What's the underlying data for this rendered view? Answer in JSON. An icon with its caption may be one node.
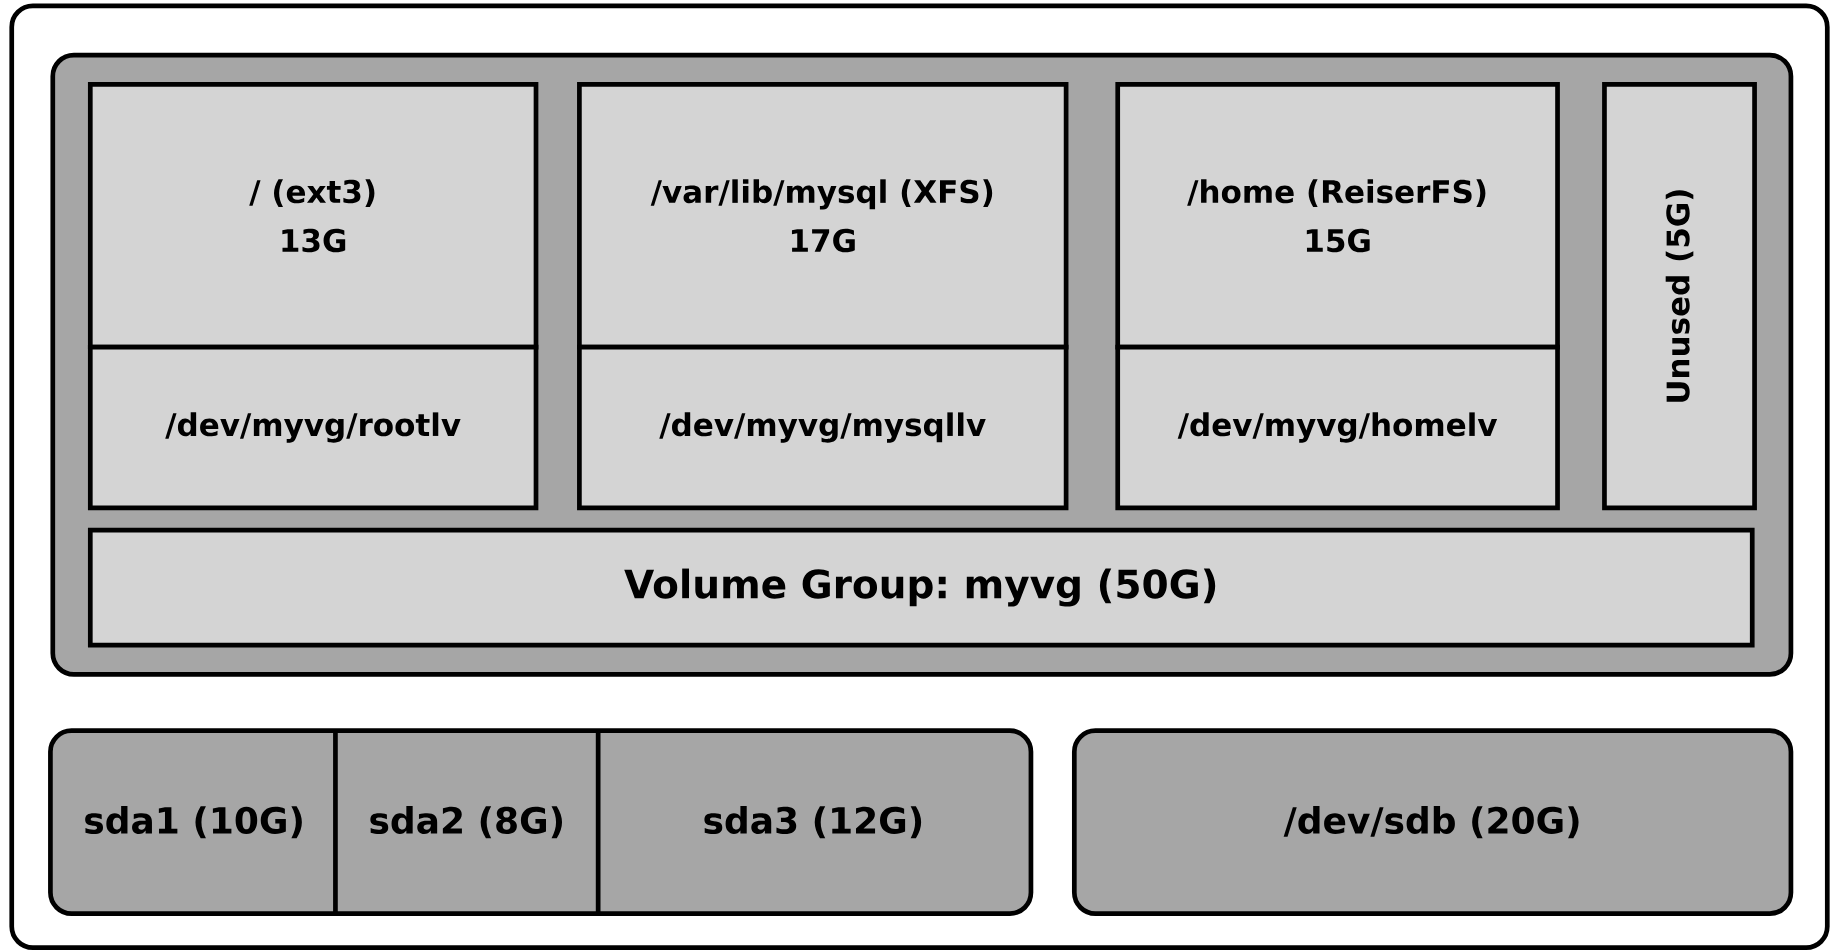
{
  "diagram": {
    "nodes": [
      {
        "text": [],
        "shape": "box"
      },
      {
        "text": [],
        "shape": "box",
        "in": 0
      },
      {
        "text": [
          "/ (ext3)",
          "13G"
        ],
        "in": 1
      },
      {
        "text": [
          "/dev/myvg/rootlv"
        ],
        "in": 1
      },
      {
        "text": [
          "/var/lib/mysql (XFS)",
          "17G"
        ],
        "in": 1
      },
      {
        "text": [
          "/dev/myvg/mysqllv"
        ],
        "in": 1
      },
      {
        "text": [
          "/home (ReiserFS)",
          "15G"
        ],
        "in": 1
      },
      {
        "text": [
          "/dev/myvg/homelv"
        ],
        "in": 1
      },
      {
        "text": [
          "Unused (5G)"
        ],
        "in": 1
      },
      {
        "text": [
          "Volume Group: myvg (50G)"
        ],
        "in": 1
      },
      {
        "text": [],
        "shape": "box",
        "in": 0
      },
      {
        "text": [
          "sda1 (10G)"
        ],
        "in": 10
      },
      {
        "text": [
          "sda2 (8G)"
        ],
        "in": 10
      },
      {
        "text": [
          "sda3 (12G)"
        ],
        "in": 10
      },
      {
        "text": [
          "/dev/sdb (20G)"
        ],
        "in": 0
      }
    ]
  }
}
